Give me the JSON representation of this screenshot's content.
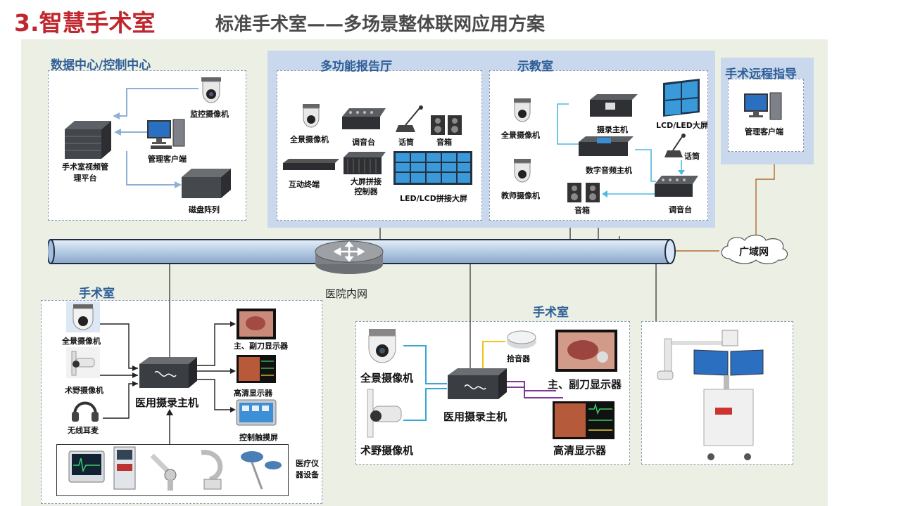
{
  "header": {
    "title": "3.智慧手术室",
    "subtitle": "标准手术室——多场景整体联网应用方案"
  },
  "data_center": {
    "title": "数据中心/控制中心",
    "platform": [
      "手术室视频管",
      "理平台"
    ],
    "monitor_camera": "监控摄像机",
    "client": "管理客户端",
    "disk_array": "磁盘阵列"
  },
  "report_hall": {
    "title": "多功能报告厅",
    "pano_camera": "全景摄像机",
    "mixer": "调音台",
    "mic": "话筒",
    "speaker": "音箱",
    "terminal": "互动终端",
    "splice_ctrl": [
      "大屏拼接",
      "控制器"
    ],
    "video_wall": "LED/LCD拼接大屏"
  },
  "classroom": {
    "title": "示教室",
    "pano_camera": "全景摄像机",
    "teacher_camera": "教师摄像机",
    "recorder": "摄录主机",
    "av_host": "数字音频主机",
    "big_screen": "LCD/LED大屏",
    "mic": "话筒",
    "speaker": "音箱",
    "mixer": "调音台"
  },
  "remote": {
    "title": "手术远程指导",
    "client": "管理客户端"
  },
  "network": {
    "wan": "广域网",
    "lan": "医院内网"
  },
  "or_left": {
    "title": "手术室",
    "pano_camera": "全景摄像机",
    "field_camera": "术野摄像机",
    "headset": "无线耳麦",
    "recorder": "医用摄录主机",
    "main_display": "主、副刀显示器",
    "hd_display": "高清显示器",
    "touch_screen": "控制触摸屏",
    "medical_devices": [
      "医疗仪",
      "器设备"
    ]
  },
  "or_right": {
    "title": "手术室",
    "pano_camera": "全景摄像机",
    "field_camera": "术野摄像机",
    "pickup": "拾音器",
    "recorder": "医用摄录主机",
    "main_display": "主、副刀显示器",
    "hd_display": "高清显示器"
  },
  "colors": {
    "title_red": "#c0262d",
    "section_blue": "#2f5f98",
    "panel_green": "#ecf0e4",
    "panel_blue": "#c9d8ec",
    "pipe_blue": "#c5d7ec"
  }
}
